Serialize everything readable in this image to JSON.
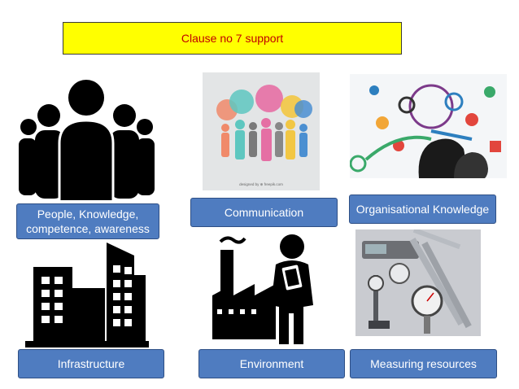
{
  "title": "Clause no 7 support",
  "labels": {
    "people": "People, Knowledge, competence, awareness",
    "communication": "Communication",
    "org_knowledge": "Organisational Knowledge",
    "infrastructure": "Infrastructure",
    "environment": "Environment",
    "measuring": "Measuring resources"
  },
  "image_caption": "designed by ⊕ freepik.com",
  "colors": {
    "title_bg": "#ffff00",
    "title_text": "#c00000",
    "label_bg": "#4f7cc0",
    "label_text": "#ffffff"
  },
  "icons": [
    "people-group-icon",
    "communication-people-icon",
    "knowledge-brain-icon",
    "city-buildings-icon",
    "factory-person-icon",
    "measuring-tools-icon"
  ]
}
